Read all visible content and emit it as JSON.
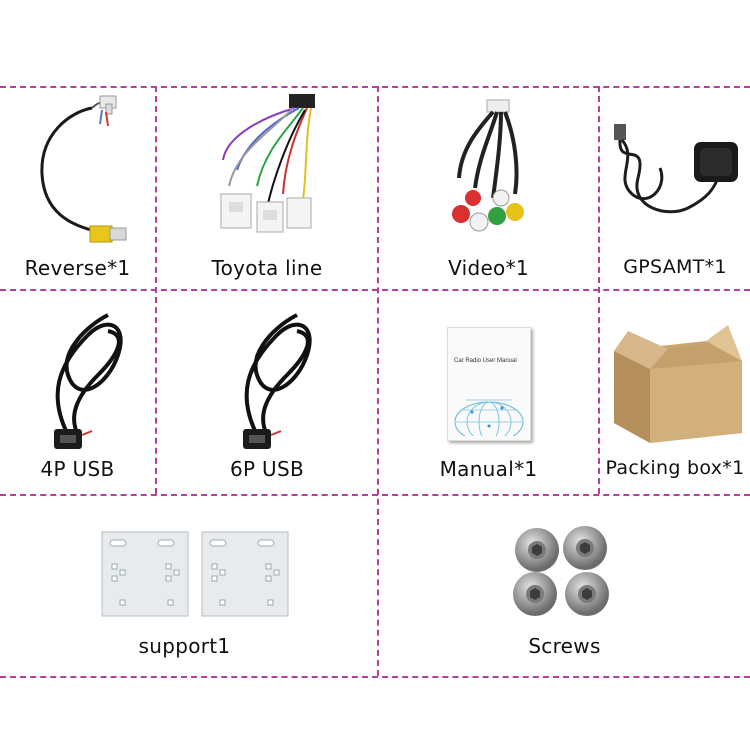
{
  "items": [
    {
      "label": "Reverse*1"
    },
    {
      "label": "Toyota line"
    },
    {
      "label": "Video*1"
    },
    {
      "label": "GPSAMT*1"
    },
    {
      "label": "4P USB"
    },
    {
      "label": "6P USB"
    },
    {
      "label": "Manual*1"
    },
    {
      "label": "Packing box*1"
    },
    {
      "label": "support1"
    },
    {
      "label": "Screws"
    }
  ],
  "manual_cover_text": "Car Radio User Manual",
  "colors": {
    "divider": "#b5409a",
    "background": "#ffffff"
  }
}
